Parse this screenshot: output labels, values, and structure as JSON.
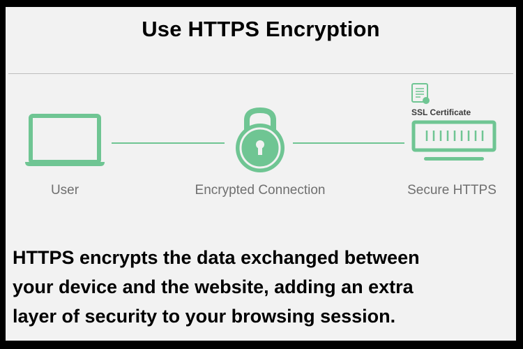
{
  "header": {
    "title": "Use HTTPS Encryption"
  },
  "diagram": {
    "nodes": [
      {
        "label": "User",
        "icon": "laptop-icon"
      },
      {
        "label": "Encrypted Connection",
        "icon": "padlock-icon"
      },
      {
        "label": "Secure HTTPS",
        "icon": "server-icon"
      }
    ],
    "certificate_label": "SSL Certificate",
    "accent_color": "#6fc593"
  },
  "description": {
    "lines": [
      " HTTPS encrypts the data exchanged between",
      "your device and the website, adding an extra",
      "layer of security to your browsing session."
    ]
  }
}
